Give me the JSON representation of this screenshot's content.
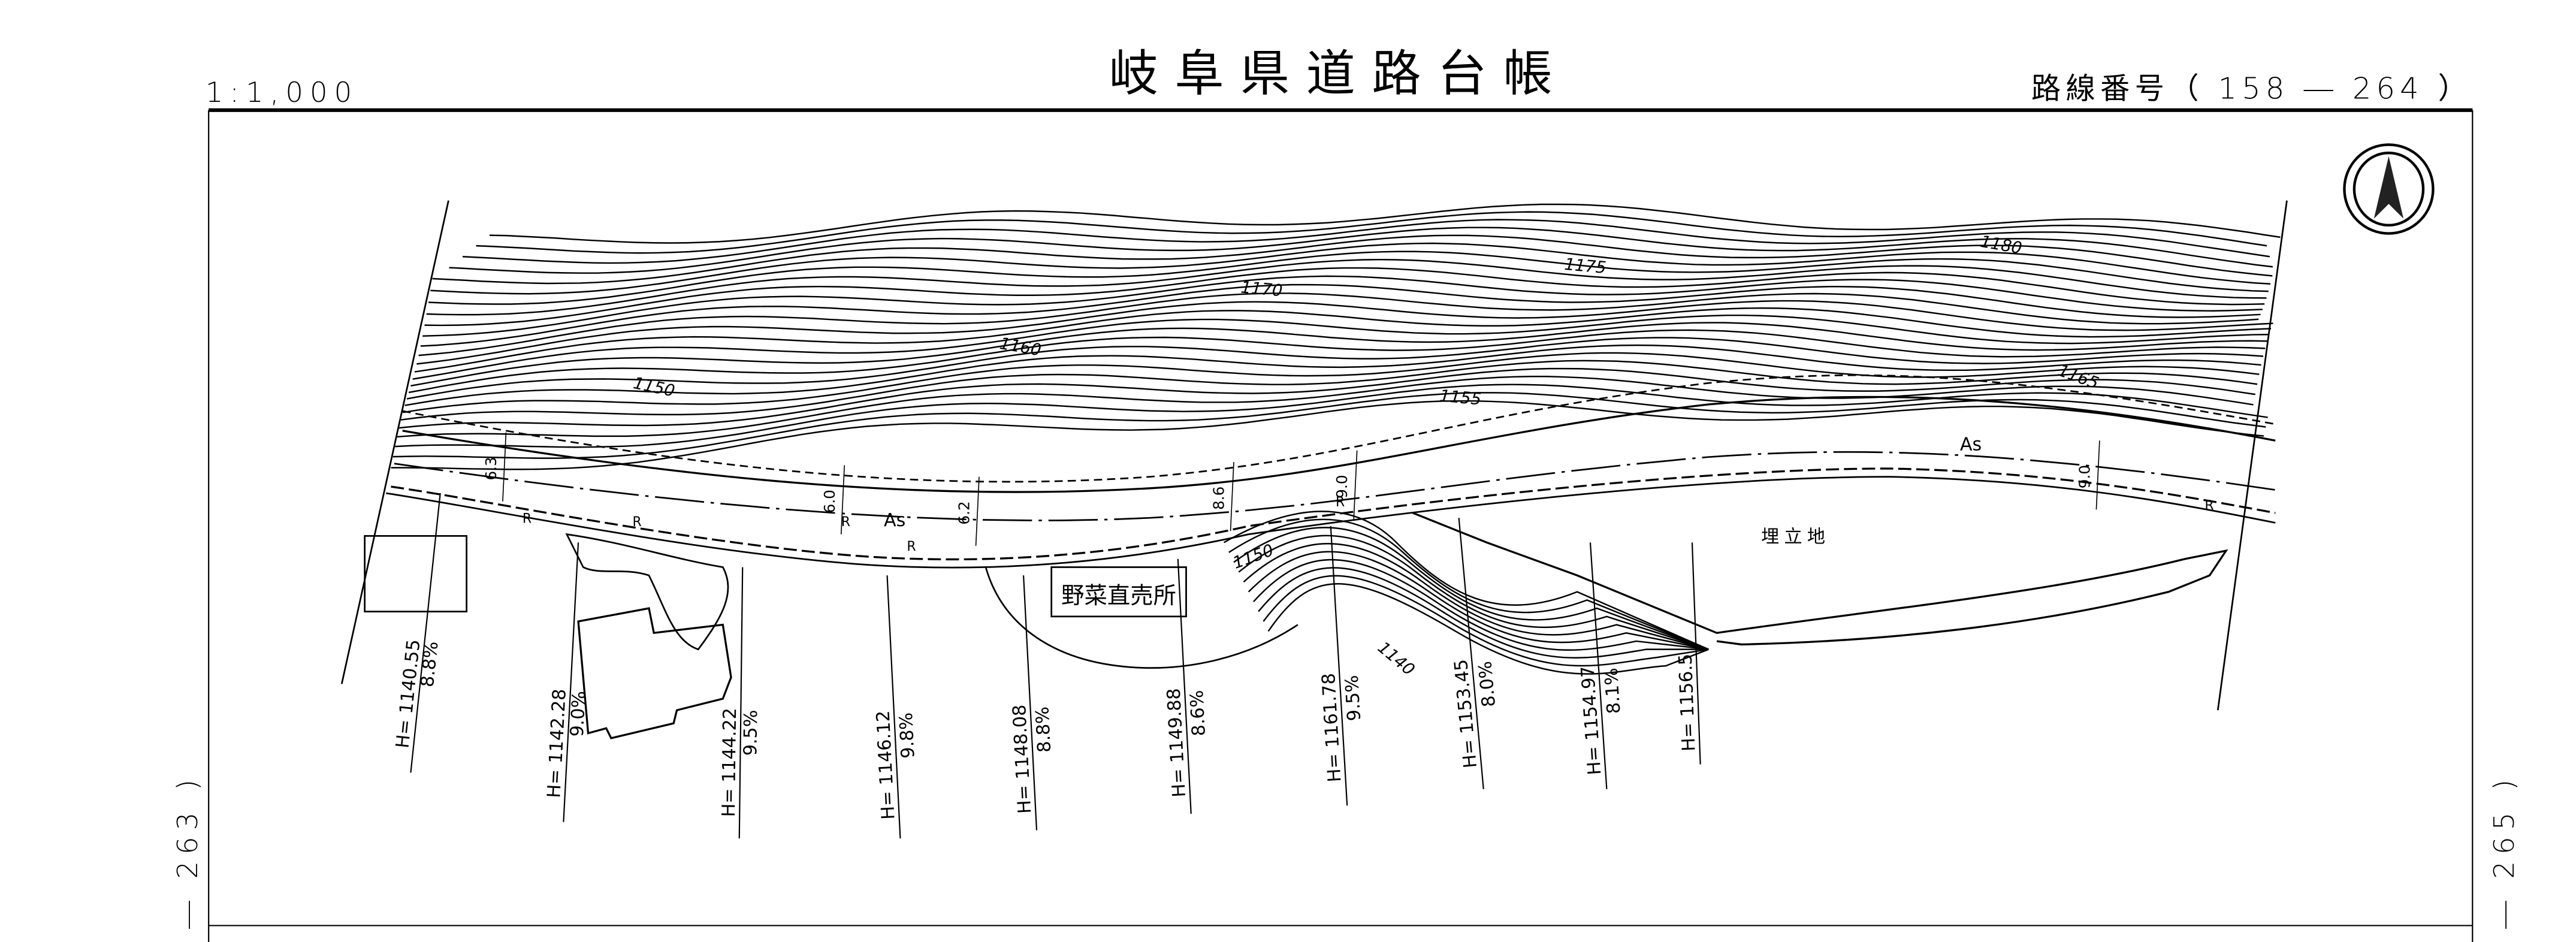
{
  "header": {
    "scale": "1:1,000",
    "title": "岐阜県道路台帳",
    "route_label": "路線番号（ 158 ― 264 ）"
  },
  "adjacent_sheets": {
    "left": "― 263 )",
    "right": "― 265 )"
  },
  "map": {
    "north_arrow": "north-arrow-icon",
    "pavement_labels": [
      "As",
      "As"
    ],
    "landfill_label": "埋立地",
    "building_label": "野菜直売所",
    "road_widths": [
      "6.3",
      "6.0",
      "6.2",
      "8.6",
      "9.0",
      "9.0"
    ],
    "retaining_wall_label": "R",
    "contour_labels": [
      "1150",
      "1155",
      "1160",
      "1170",
      "1175",
      "1180",
      "1165",
      "1150",
      "1140"
    ],
    "sections": [
      {
        "h": "H= 1140.55",
        "grade": "8.8%"
      },
      {
        "h": "H= 1142.28",
        "grade": "9.0%"
      },
      {
        "h": "H= 1144.22",
        "grade": "9.5%"
      },
      {
        "h": "H= 1146.12",
        "grade": "9.8%"
      },
      {
        "h": "H= 1148.08",
        "grade": "8.8%"
      },
      {
        "h": "H= 1149.88",
        "grade": "8.6%"
      },
      {
        "h": "H= 1161.78",
        "grade": "9.5%"
      },
      {
        "h": "H= 1153.45",
        "grade": "8.0%"
      },
      {
        "h": "H= 1154.97",
        "grade": "8.1%"
      },
      {
        "h": "H= 1156.5",
        "grade": ""
      }
    ]
  }
}
